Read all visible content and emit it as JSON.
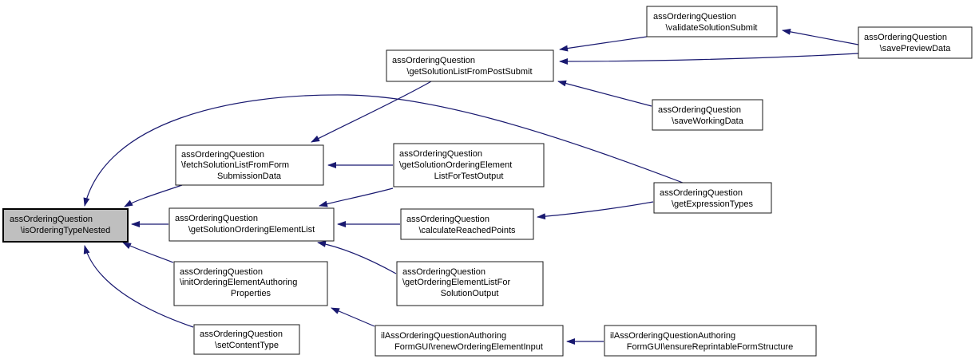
{
  "diagram": {
    "type": "caller-graph",
    "colors": {
      "edge": "#191970",
      "node_fill": "#ffffff",
      "current_node_fill": "#bfbfbf",
      "node_border": "#1a1a1a",
      "background": "#ffffff"
    },
    "nodes": [
      {
        "id": "isOrderingTypeNested",
        "current": true,
        "lines": [
          "assOrderingQuestion",
          "\\isOrderingTypeNested"
        ]
      },
      {
        "id": "getSolutionListFromPostSubmit",
        "current": false,
        "lines": [
          "assOrderingQuestion",
          "\\getSolutionListFromPostSubmit"
        ]
      },
      {
        "id": "validateSolutionSubmit",
        "current": false,
        "lines": [
          "assOrderingQuestion",
          "\\validateSolutionSubmit"
        ]
      },
      {
        "id": "savePreviewData",
        "current": false,
        "lines": [
          "assOrderingQuestion",
          "\\savePreviewData"
        ]
      },
      {
        "id": "saveWorkingData",
        "current": false,
        "lines": [
          "assOrderingQuestion",
          "\\saveWorkingData"
        ]
      },
      {
        "id": "fetchSolutionListFromFormSubmissionData",
        "current": false,
        "lines": [
          "assOrderingQuestion",
          "\\fetchSolutionListFromForm",
          "SubmissionData"
        ]
      },
      {
        "id": "getSolutionOrderingElementListForTestOutput",
        "current": false,
        "lines": [
          "assOrderingQuestion",
          "\\getSolutionOrderingElement",
          "ListForTestOutput"
        ]
      },
      {
        "id": "getSolutionOrderingElementList",
        "current": false,
        "lines": [
          "assOrderingQuestion",
          "\\getSolutionOrderingElementList"
        ]
      },
      {
        "id": "calculateReachedPoints",
        "current": false,
        "lines": [
          "assOrderingQuestion",
          "\\calculateReachedPoints"
        ]
      },
      {
        "id": "getExpressionTypes",
        "current": false,
        "lines": [
          "assOrderingQuestion",
          "\\getExpressionTypes"
        ]
      },
      {
        "id": "initOrderingElementAuthoringProperties",
        "current": false,
        "lines": [
          "assOrderingQuestion",
          "\\initOrderingElementAuthoring",
          "Properties"
        ]
      },
      {
        "id": "getOrderingElementListForSolutionOutput",
        "current": false,
        "lines": [
          "assOrderingQuestion",
          "\\getOrderingElementListFor",
          "SolutionOutput"
        ]
      },
      {
        "id": "setContentType",
        "current": false,
        "lines": [
          "assOrderingQuestion",
          "\\setContentType"
        ]
      },
      {
        "id": "renewOrderingElementInput",
        "current": false,
        "lines": [
          "ilAssOrderingQuestionAuthoring",
          "FormGUI\\renewOrderingElementInput"
        ]
      },
      {
        "id": "ensureReprintableFormStructure",
        "current": false,
        "lines": [
          "ilAssOrderingQuestionAuthoring",
          "FormGUI\\ensureReprintableFormStructure"
        ]
      }
    ],
    "edges": [
      {
        "from": "validateSolutionSubmit",
        "to": "getSolutionListFromPostSubmit"
      },
      {
        "from": "savePreviewData",
        "to": "getSolutionListFromPostSubmit"
      },
      {
        "from": "savePreviewData",
        "to": "validateSolutionSubmit"
      },
      {
        "from": "saveWorkingData",
        "to": "getSolutionListFromPostSubmit"
      },
      {
        "from": "getExpressionTypes",
        "to": "isOrderingTypeNested"
      },
      {
        "from": "getSolutionListFromPostSubmit",
        "to": "fetchSolutionListFromFormSubmissionData"
      },
      {
        "from": "fetchSolutionListFromFormSubmissionData",
        "to": "isOrderingTypeNested"
      },
      {
        "from": "getSolutionOrderingElementListForTestOutput",
        "to": "fetchSolutionListFromFormSubmissionData"
      },
      {
        "from": "getSolutionOrderingElementListForTestOutput",
        "to": "getSolutionOrderingElementList"
      },
      {
        "from": "calculateReachedPoints",
        "to": "getSolutionOrderingElementList"
      },
      {
        "from": "getSolutionOrderingElementList",
        "to": "isOrderingTypeNested"
      },
      {
        "from": "getOrderingElementListForSolutionOutput",
        "to": "getSolutionOrderingElementList"
      },
      {
        "from": "getExpressionTypes",
        "to": "calculateReachedPoints"
      },
      {
        "from": "initOrderingElementAuthoringProperties",
        "to": "isOrderingTypeNested"
      },
      {
        "from": "setContentType",
        "to": "isOrderingTypeNested"
      },
      {
        "from": "renewOrderingElementInput",
        "to": "initOrderingElementAuthoringProperties"
      },
      {
        "from": "ensureReprintableFormStructure",
        "to": "renewOrderingElementInput"
      }
    ]
  }
}
